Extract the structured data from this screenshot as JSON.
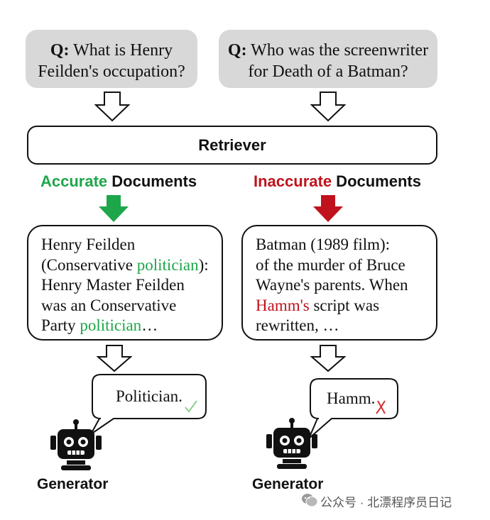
{
  "left_question": {
    "prefix": "Q:",
    "line1": "What is Henry",
    "line2": "Feilden's occupation?"
  },
  "right_question": {
    "prefix": "Q:",
    "line1": "Who was the screenwriter",
    "line2": "for Death of a Batman?"
  },
  "retriever_label": "Retriever",
  "accurate_label": {
    "highlight": "Accurate",
    "rest": " Documents"
  },
  "inaccurate_label": {
    "highlight": "Inaccurate",
    "rest": " Documents"
  },
  "left_doc": {
    "line1": "Henry Feilden",
    "line2_a": "(Conservative ",
    "line2_highlight": "politician",
    "line2_b": "):",
    "line3": "Henry Master Feilden",
    "line4": "was an Conservative",
    "line5_a": "Party ",
    "line5_highlight": "politician",
    "line5_b": "…"
  },
  "right_doc": {
    "line1": "Batman (1989 film):",
    "line2": "of the murder of Bruce",
    "line3": "Wayne's parents. When",
    "line4_highlight": "Hamm's",
    "line4_b": " script was",
    "line5": "rewritten, …"
  },
  "left_answer": "Politician.",
  "right_answer": "Hamm.",
  "left_generator_label": "Generator",
  "right_generator_label": "Generator",
  "watermark": "公众号 · 北漂程序员日记",
  "colors": {
    "accurate": "#1ea64a",
    "inaccurate": "#c0121c",
    "question_bg": "#d8d8d8"
  }
}
